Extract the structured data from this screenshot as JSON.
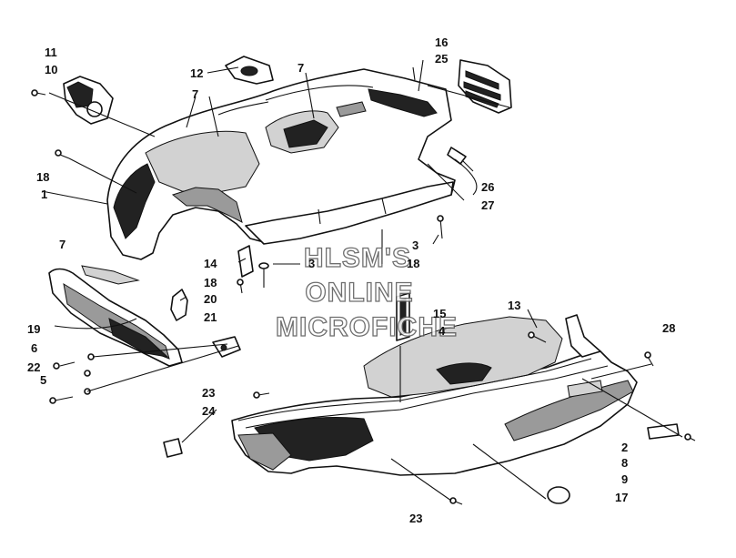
{
  "watermark": {
    "line1": "HLSM'S",
    "line2": "ONLINE",
    "line3": "MICROFICHE"
  },
  "callouts": [
    {
      "id": "c11",
      "label": "11"
    },
    {
      "id": "c10",
      "label": "10"
    },
    {
      "id": "c12",
      "label": "12"
    },
    {
      "id": "c7a",
      "label": "7"
    },
    {
      "id": "c7b",
      "label": "7"
    },
    {
      "id": "c16",
      "label": "16"
    },
    {
      "id": "c25",
      "label": "25"
    },
    {
      "id": "c18a",
      "label": "18"
    },
    {
      "id": "c1",
      "label": "1"
    },
    {
      "id": "c26",
      "label": "26"
    },
    {
      "id": "c27",
      "label": "27"
    },
    {
      "id": "c7c",
      "label": "7"
    },
    {
      "id": "c3a",
      "label": "3"
    },
    {
      "id": "c14",
      "label": "14"
    },
    {
      "id": "c3b",
      "label": "3"
    },
    {
      "id": "c18b",
      "label": "18"
    },
    {
      "id": "c18c",
      "label": "18"
    },
    {
      "id": "c20",
      "label": "20"
    },
    {
      "id": "c15",
      "label": "15"
    },
    {
      "id": "c4",
      "label": "4"
    },
    {
      "id": "c13",
      "label": "13"
    },
    {
      "id": "c19",
      "label": "19"
    },
    {
      "id": "c21",
      "label": "21"
    },
    {
      "id": "c28",
      "label": "28"
    },
    {
      "id": "c6",
      "label": "6"
    },
    {
      "id": "c5",
      "label": "5"
    },
    {
      "id": "c22",
      "label": "22"
    },
    {
      "id": "c23a",
      "label": "23"
    },
    {
      "id": "c24",
      "label": "24"
    },
    {
      "id": "c2",
      "label": "2"
    },
    {
      "id": "c8",
      "label": "8"
    },
    {
      "id": "c9",
      "label": "9"
    },
    {
      "id": "c17",
      "label": "17"
    },
    {
      "id": "c23b",
      "label": "23"
    }
  ]
}
